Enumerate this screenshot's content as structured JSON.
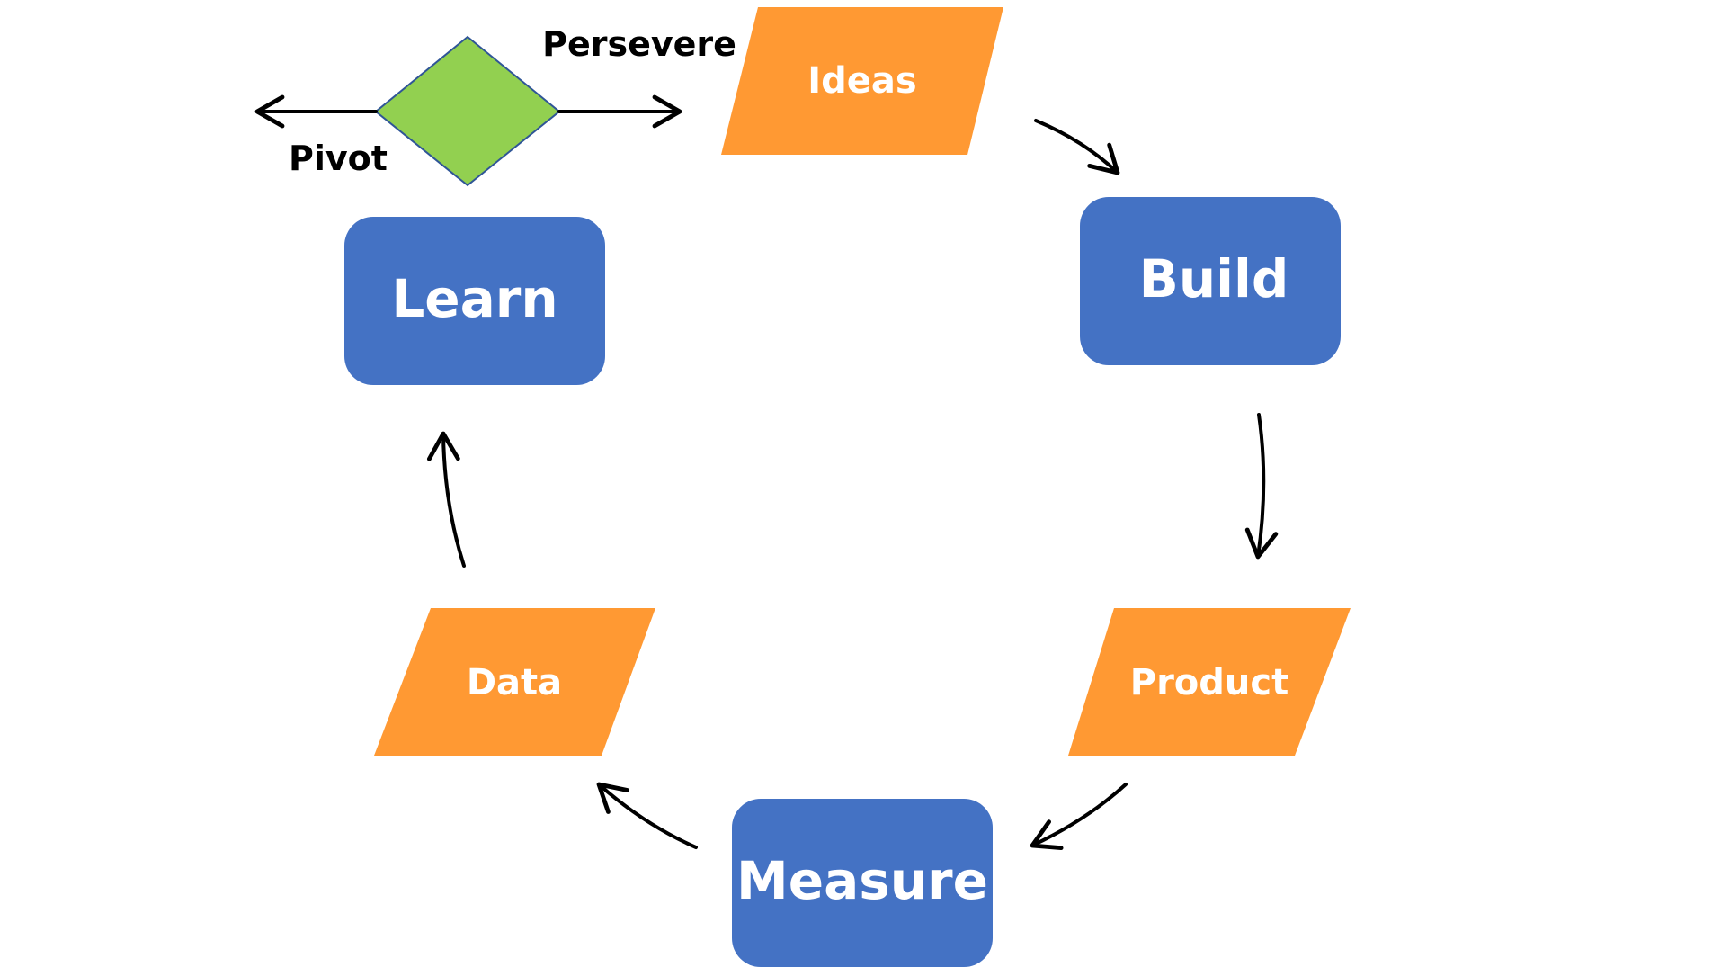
{
  "diagram": {
    "colors": {
      "process_fill": "#4472C4",
      "io_fill": "#FF9933",
      "decision_fill": "#92D050",
      "decision_stroke": "#2F5597",
      "text_on_shape": "#FFFFFF",
      "label_text": "#000000",
      "arrow": "#000000"
    },
    "nodes": {
      "ideas": "Ideas",
      "build": "Build",
      "product": "Product",
      "measure": "Measure",
      "data": "Data",
      "learn": "Learn"
    },
    "decision": {
      "persevere": "Persevere",
      "pivot": "Pivot"
    }
  }
}
